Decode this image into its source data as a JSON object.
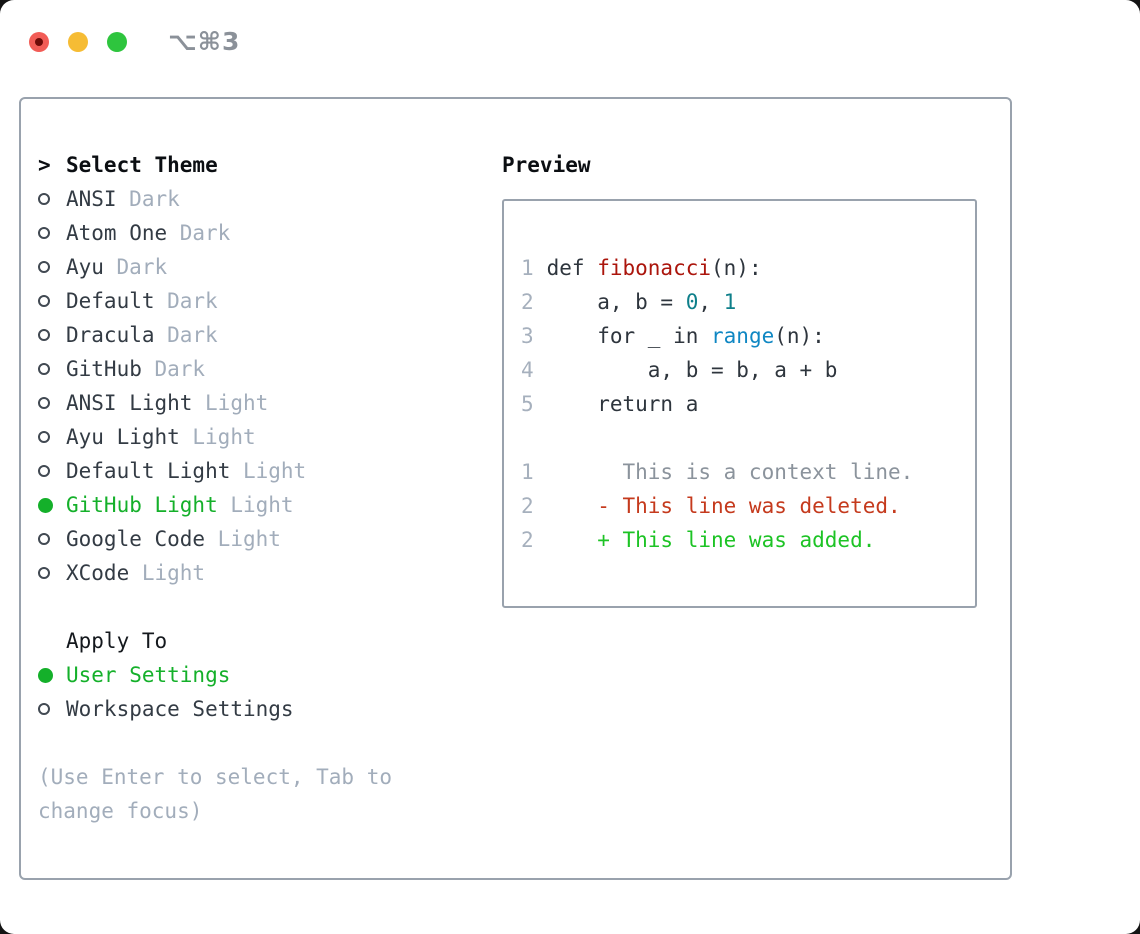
{
  "colors": {
    "accent_green": "#14b02a",
    "added_green": "#1dc325",
    "deleted_red": "#c53a1d",
    "function_red": "#ab150c",
    "number_teal": "#0e7f8a",
    "builtin_blue": "#0f87c3",
    "context_gray": "#8b939c",
    "muted_gray": "#a2adbb",
    "text_dark": "#333b44",
    "code_dark": "#2e353d",
    "border_gray": "#99a2ad",
    "traffic_red": "#f25c56",
    "traffic_red_dot": "#6e0b08",
    "traffic_yellow": "#f6bc34",
    "traffic_green": "#2ec53e"
  },
  "window": {
    "title": "⌥⌘3"
  },
  "theme_selector": {
    "header_prefix": ">",
    "header": "Select Theme",
    "items": [
      {
        "name": "ANSI",
        "variant": "Dark",
        "selected": false
      },
      {
        "name": "Atom One",
        "variant": "Dark",
        "selected": false
      },
      {
        "name": "Ayu",
        "variant": "Dark",
        "selected": false
      },
      {
        "name": "Default",
        "variant": "Dark",
        "selected": false
      },
      {
        "name": "Dracula",
        "variant": "Dark",
        "selected": false
      },
      {
        "name": "GitHub",
        "variant": "Dark",
        "selected": false
      },
      {
        "name": "ANSI Light",
        "variant": "Light",
        "selected": false
      },
      {
        "name": "Ayu Light",
        "variant": "Light",
        "selected": false
      },
      {
        "name": "Default Light",
        "variant": "Light",
        "selected": false
      },
      {
        "name": "GitHub Light",
        "variant": "Light",
        "selected": true
      },
      {
        "name": "Google Code",
        "variant": "Light",
        "selected": false
      },
      {
        "name": "XCode",
        "variant": "Light",
        "selected": false
      }
    ],
    "apply_to": {
      "header": "Apply To",
      "options": [
        {
          "label": "User Settings",
          "selected": true
        },
        {
          "label": "Workspace Settings",
          "selected": false
        }
      ]
    },
    "hint_line1": "(Use Enter to select, Tab to",
    "hint_line2": "change focus)"
  },
  "preview": {
    "label": "Preview",
    "lines": [
      {
        "num": "1",
        "segs": [
          {
            "t": " def ",
            "c": "code"
          },
          {
            "t": "fibonacci",
            "c": "func"
          },
          {
            "t": "(n):",
            "c": "code"
          }
        ]
      },
      {
        "num": "2",
        "segs": [
          {
            "t": "     a, b = ",
            "c": "code"
          },
          {
            "t": "0",
            "c": "num"
          },
          {
            "t": ", ",
            "c": "code"
          },
          {
            "t": "1",
            "c": "num"
          }
        ]
      },
      {
        "num": "3",
        "segs": [
          {
            "t": "     for _ in ",
            "c": "code"
          },
          {
            "t": "range",
            "c": "builtin"
          },
          {
            "t": "(n):",
            "c": "code"
          }
        ]
      },
      {
        "num": "4",
        "segs": [
          {
            "t": "         a, b = b, a + b",
            "c": "code"
          }
        ]
      },
      {
        "num": "5",
        "segs": [
          {
            "t": "     return a",
            "c": "code"
          }
        ]
      },
      {
        "num": "",
        "segs": []
      },
      {
        "num": "1",
        "segs": [
          {
            "t": "       This is a context line.",
            "c": "ctx"
          }
        ]
      },
      {
        "num": "2",
        "segs": [
          {
            "t": "     - This line was deleted.",
            "c": "del"
          }
        ]
      },
      {
        "num": "2",
        "segs": [
          {
            "t": "     + This line was added.",
            "c": "add"
          }
        ]
      }
    ]
  }
}
